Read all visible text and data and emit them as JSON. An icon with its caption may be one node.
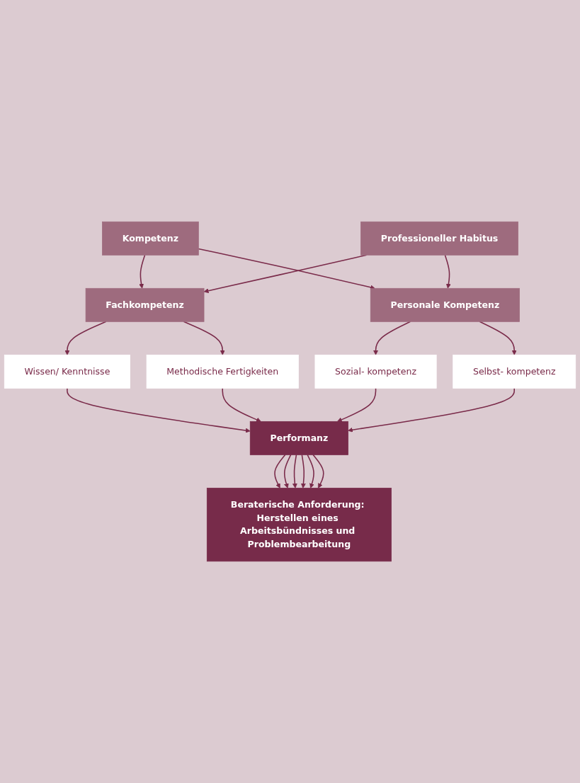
{
  "diagram": {
    "nodes": [
      {
        "text": [
          "Kompetenz"
        ]
      },
      {
        "text": [
          "Professioneller Habitus"
        ]
      },
      {
        "text": [
          "Fachkompetenz"
        ]
      },
      {
        "text": [
          "Personale Kompetenz"
        ]
      },
      {
        "text": [
          "Wissen/ Kenntnisse"
        ]
      },
      {
        "text": [
          "Methodische Fertigkeiten"
        ]
      },
      {
        "text": [
          "Sozial- kompetenz"
        ]
      },
      {
        "text": [
          "Selbst- kompetenz"
        ]
      },
      {
        "text": [
          "Performanz"
        ]
      },
      {
        "text": [
          "Beraterische Anforderung: Herstellen eines Arbeitsbündnisses und Problembearbeitung"
        ]
      }
    ],
    "edges": [
      {
        "from": 0,
        "to": 2,
        "arrow": "to"
      },
      {
        "from": 0,
        "to": 3,
        "arrow": "to"
      },
      {
        "from": 1,
        "to": 2,
        "arrow": "to"
      },
      {
        "from": 1,
        "to": 3,
        "arrow": "to"
      },
      {
        "from": 2,
        "to": 4,
        "arrow": "to"
      },
      {
        "from": 2,
        "to": 5,
        "arrow": "to"
      },
      {
        "from": 3,
        "to": 6,
        "arrow": "to"
      },
      {
        "from": 3,
        "to": 7,
        "arrow": "to"
      },
      {
        "from": 4,
        "to": 8,
        "arrow": "to"
      },
      {
        "from": 5,
        "to": 8,
        "arrow": "to"
      },
      {
        "from": 6,
        "to": 8,
        "arrow": "to"
      },
      {
        "from": 7,
        "to": 8,
        "arrow": "to"
      },
      {
        "from": 8,
        "to": 9,
        "arrow": "to"
      },
      {
        "from": 8,
        "to": 9,
        "arrow": "to"
      },
      {
        "from": 8,
        "to": 9,
        "arrow": "to"
      },
      {
        "from": 8,
        "to": 9,
        "arrow": "to"
      },
      {
        "from": 8,
        "to": 9,
        "arrow": "to"
      },
      {
        "from": 8,
        "to": 9,
        "arrow": "to"
      }
    ]
  }
}
